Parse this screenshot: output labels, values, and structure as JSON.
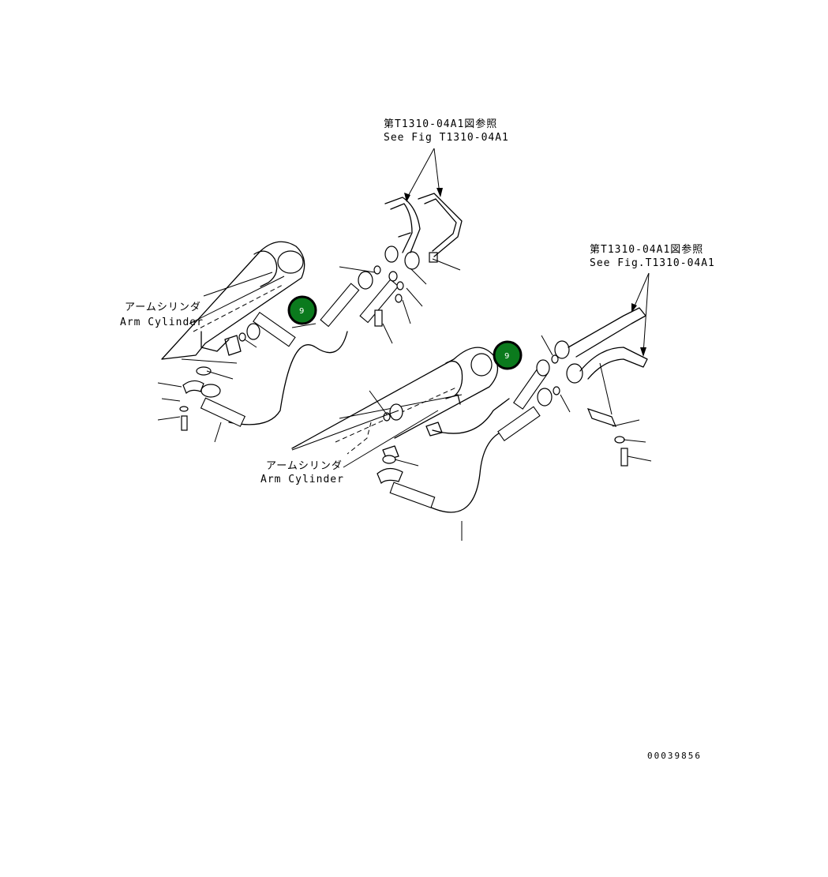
{
  "references": {
    "top": {
      "line_jp": "第T1310-04A1図参照",
      "line_en": "See Fig T1310-04A1"
    },
    "right": {
      "line_jp": "第T1310-04A1図参照",
      "line_en": "See Fig.T1310-04A1"
    }
  },
  "labels": {
    "left_cylinder": {
      "jp": "アームシリンダ",
      "en": "Arm Cylinder"
    },
    "right_cylinder": {
      "jp": "アームシリンダ",
      "en": "Arm Cylinder"
    }
  },
  "callouts": [
    {
      "number": "9",
      "color": "#0b7a1d"
    },
    {
      "number": "9",
      "color": "#0b7a1d"
    }
  ],
  "document_number": "00039856"
}
